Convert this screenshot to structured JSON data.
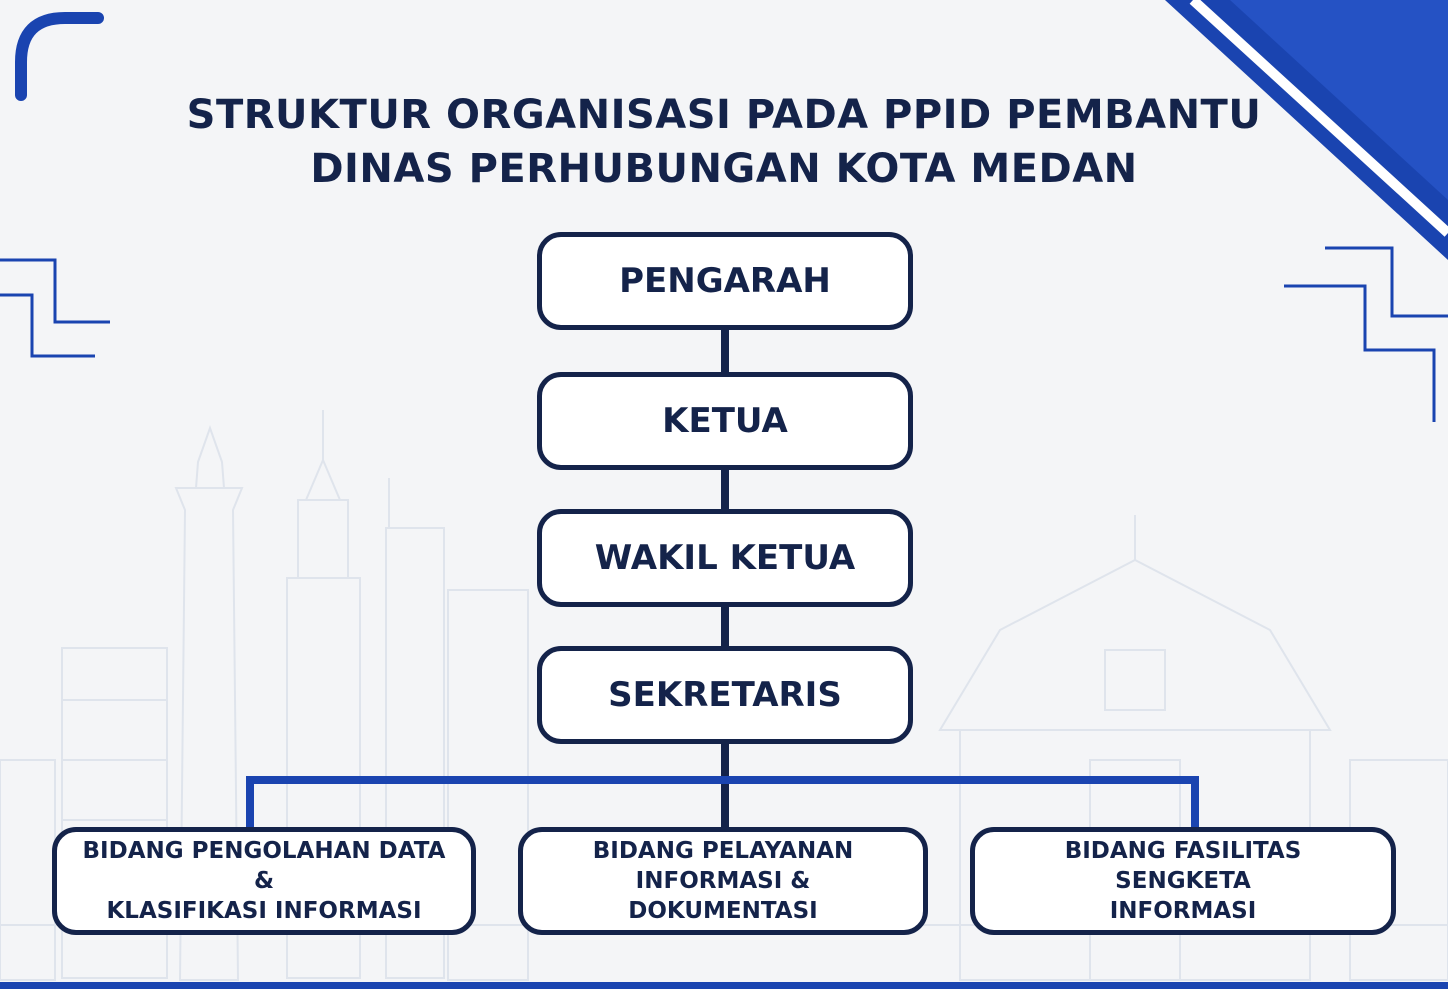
{
  "title": {
    "line1": "STRUKTUR ORGANISASI PADA PPID PEMBANTU",
    "line2": "DINAS PERHUBUNGAN KOTA MEDAN"
  },
  "nodes": {
    "pengarah": "PENGARAH",
    "ketua": "KETUA",
    "wakil_ketua": "WAKIL KETUA",
    "sekretaris": "SEKRETARIS"
  },
  "bidang": [
    {
      "line1": "BIDANG PENGOLAHAN DATA &",
      "line2": "KLASIFIKASI INFORMASI"
    },
    {
      "line1": "BIDANG PELAYANAN",
      "line2": "INFORMASI & DOKUMENTASI"
    },
    {
      "line1": "BIDANG FASILITAS SENGKETA",
      "line2": "INFORMASI"
    }
  ],
  "colors": {
    "navy": "#14234a",
    "brand_blue": "#1a44b0",
    "background": "#f4f5f7"
  }
}
